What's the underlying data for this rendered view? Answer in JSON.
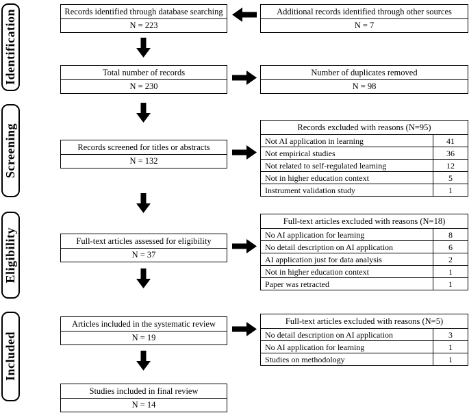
{
  "stages": [
    {
      "label": "Identification"
    },
    {
      "label": "Screening"
    },
    {
      "label": "Eligibility"
    },
    {
      "label": "Included"
    }
  ],
  "boxes": {
    "db_search": {
      "title": "Records identified through database searching",
      "n": "N = 223"
    },
    "other_sources": {
      "title": "Additional records identified through other sources",
      "n": "N = 7"
    },
    "total_records": {
      "title": "Total number of records",
      "n": "N = 230"
    },
    "duplicates": {
      "title": "Number of duplicates removed",
      "n": "N = 98"
    },
    "screened": {
      "title": "Records screened for titles or abstracts",
      "n": "N = 132"
    },
    "fulltext": {
      "title": "Full-text articles assessed for eligibility",
      "n": "N = 37"
    },
    "included_review": {
      "title": "Articles included in the systematic review",
      "n": "N = 19"
    },
    "final_review": {
      "title": "Studies included in final review",
      "n": "N = 14"
    }
  },
  "exclusion_tables": [
    {
      "header": "Records excluded with reasons (N=95)",
      "rows": [
        {
          "reason": "Not AI application in learning",
          "count": "41"
        },
        {
          "reason": "Not empirical studies",
          "count": "36"
        },
        {
          "reason": "Not related to self-regulated learning",
          "count": "12"
        },
        {
          "reason": "Not in higher education context",
          "count": "5"
        },
        {
          "reason": "Instrument validation study",
          "count": "1"
        }
      ]
    },
    {
      "header": "Full-text articles excluded with reasons (N=18)",
      "rows": [
        {
          "reason": "No AI application for learning",
          "count": "8"
        },
        {
          "reason": "No detail description on AI application",
          "count": "6"
        },
        {
          "reason": "AI application just for data analysis",
          "count": "2"
        },
        {
          "reason": "Not in higher education context",
          "count": "1"
        },
        {
          "reason": "Paper was retracted",
          "count": "1"
        }
      ]
    },
    {
      "header": "Full-text articles excluded with reasons (N=5)",
      "rows": [
        {
          "reason": "No detail description on AI application",
          "count": "3"
        },
        {
          "reason": "No AI application for learning",
          "count": "1"
        },
        {
          "reason": "Studies on methodology",
          "count": "1"
        }
      ]
    }
  ]
}
